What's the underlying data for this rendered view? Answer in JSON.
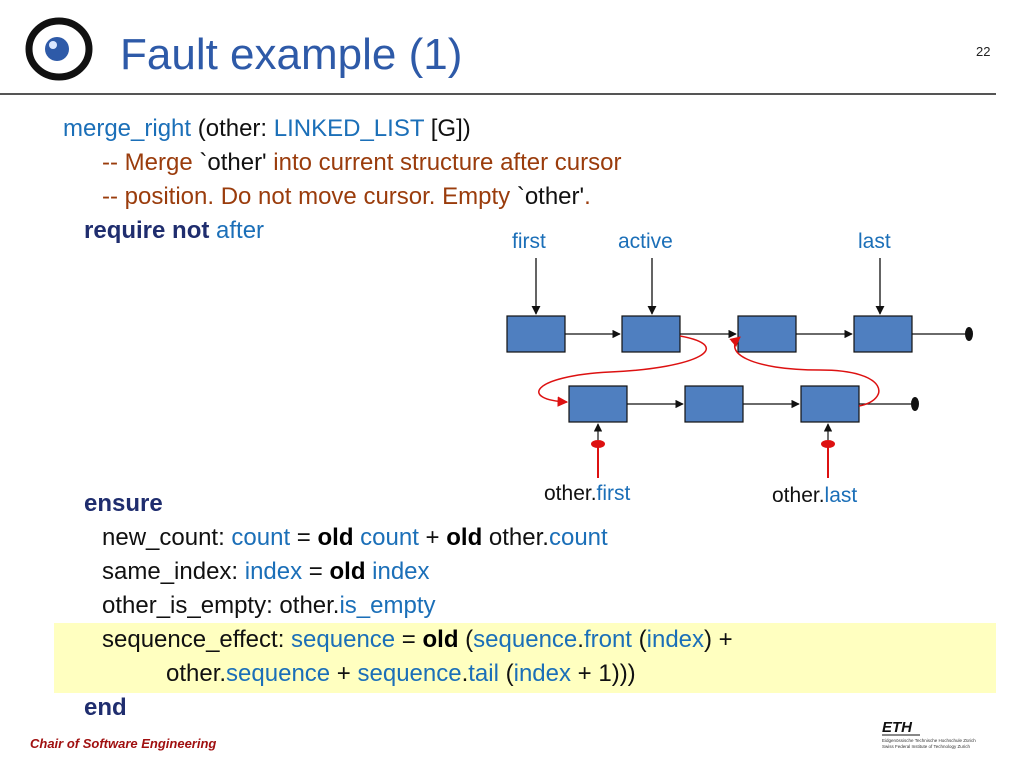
{
  "header": {
    "title": "Fault example (1)",
    "page_number": "22"
  },
  "code": {
    "sig_name": "merge_right",
    "sig_open": " (other: ",
    "sig_type": "LINKED_LIST",
    "sig_close": " [G])",
    "c1_a": "-- Merge ",
    "c1_b": "`other'",
    "c1_c": " into current structure after cursor",
    "c2_a": "-- position. Do not move cursor. Empty ",
    "c2_b": "`other'",
    "c2_c": ".",
    "require_kw": "require not",
    "require_id": "after",
    "ensure_kw": "ensure",
    "e1_label": "new_count: ",
    "e1_count": "count",
    "e1_eq": " = ",
    "e1_old": "old",
    "e1_count2": "count",
    "e1_plus": " + ",
    "e1_old2": "old",
    "e1_other": " other.",
    "e1_count3": "count",
    "e2_label": "same_index: ",
    "e2_index": "index",
    "e2_eq": " = ",
    "e2_old": "old",
    "e2_index2": "index",
    "e3_label": "other_is_empty: other.",
    "e3_id": "is_empty",
    "e4_label": "sequence_effect: ",
    "e4_seq": "sequence",
    "e4_eq": " = ",
    "e4_old": "old",
    "e4_paren": " (",
    "e4_seq2": "sequence",
    "e4_dot": ".",
    "e4_front": "front",
    "e4_p2": " (",
    "e4_index": "index",
    "e4_p3": ") +",
    "e5_other": "other.",
    "e5_seq": "sequence",
    "e5_plus": " + ",
    "e5_seq2": "sequence",
    "e5_dot": ".",
    "e5_tail": "tail",
    "e5_p": " (",
    "e5_index": "index",
    "e5_rest": " + 1)))",
    "end_kw": "end"
  },
  "diagram": {
    "label_first": "first",
    "label_active": "active",
    "label_last": "last",
    "other_prefix": "other.",
    "other_first": "first",
    "other_last": "last",
    "colors": {
      "node": "#4f7fc0",
      "link_arrow": "#dd1111",
      "labels": "#1b6fb8"
    }
  },
  "footer": {
    "left": "Chair of Software Engineering",
    "eth_logo": "ETH",
    "eth_line1": "Eidgenössische Technische Hochschule Zürich",
    "eth_line2": "Swiss Federal Institute of Technology Zurich"
  }
}
